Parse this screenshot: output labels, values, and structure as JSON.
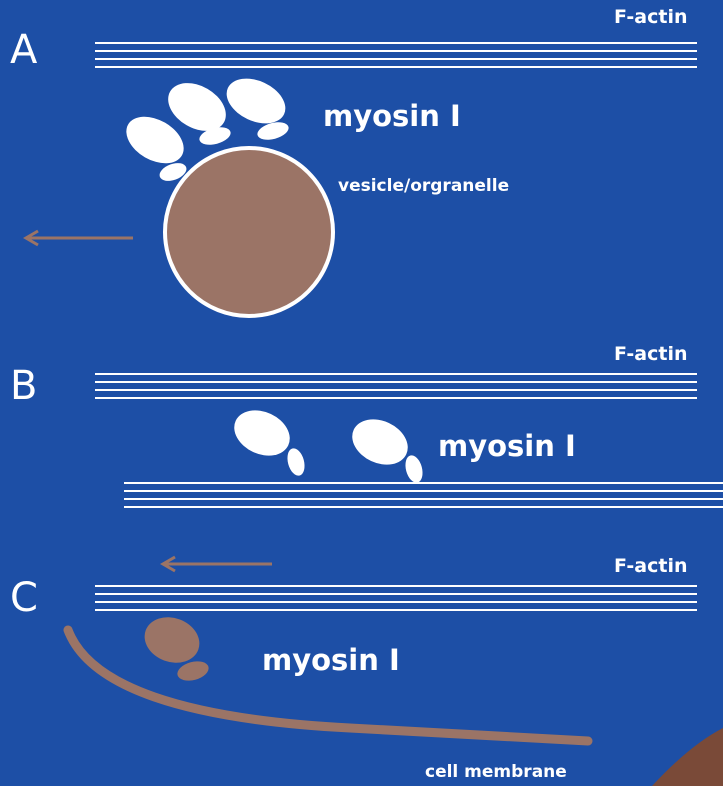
{
  "colors": {
    "background": "#1d4fa6",
    "filament": "#ffffff",
    "myosin_white": "#ffffff",
    "organelle": "#9b7466",
    "arrow": "#9b7466",
    "membrane": "#9b7466"
  },
  "panels": [
    {
      "letter": "A",
      "actin_label": "F-actin",
      "myosin_label": "myosin I",
      "cargo_label": "vesicle/orgranelle",
      "movement": "left"
    },
    {
      "letter": "B",
      "actin_label": "F-actin",
      "myosin_label": "myosin I",
      "movement": "left"
    },
    {
      "letter": "C",
      "actin_label": "F-actin",
      "myosin_label": "myosin I",
      "membrane_label": "cell membrane"
    }
  ]
}
